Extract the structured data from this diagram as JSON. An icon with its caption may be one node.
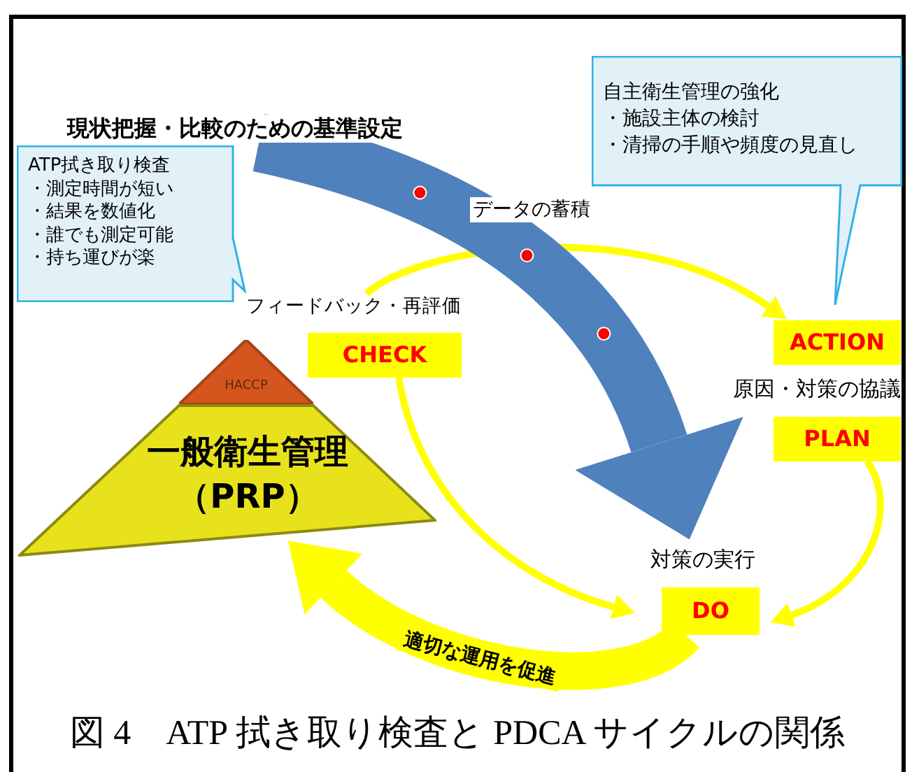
{
  "diagram": {
    "caption": "図 4　ATP 拭き取り検査と PDCA サイクルの関係",
    "nodes": [
      {
        "text": [
          "フィードバック・再評価",
          "CHECK"
        ]
      },
      {
        "text": [
          "ACTION"
        ]
      },
      {
        "text": [
          "原因・対策の協議",
          "PLAN"
        ]
      },
      {
        "text": [
          "対策の実行",
          "DO"
        ]
      },
      {
        "text": [
          "HACCP"
        ]
      },
      {
        "text": [
          "一般衛生管理（PRP）"
        ]
      },
      {
        "text": [
          "ATP拭き取り検査",
          "・測定時間が短い",
          "・結果を数値化",
          "・誰でも測定可能",
          "・持ち運びが楽"
        ]
      },
      {
        "text": [
          "自主衛生管理の強化",
          "・施設主体の検討",
          "・清掃の手順や頻度の見直し"
        ]
      },
      {
        "text": [
          "現状把握・比較のための基準設定"
        ]
      }
    ],
    "edges": [
      {
        "from": 0,
        "to": 1,
        "arrow": "to",
        "label": "データの蓄積"
      },
      {
        "from": 2,
        "to": 3,
        "arrow": "to"
      },
      {
        "from": 0,
        "to": 3,
        "arrow": "to"
      },
      {
        "from": 3,
        "to": 5,
        "arrow": "to",
        "label": "適切な運用を促進",
        "style": "thick"
      },
      {
        "from": 8,
        "to": 3,
        "arrow": "to",
        "style": "thick",
        "color": "#4f81bd"
      }
    ]
  }
}
